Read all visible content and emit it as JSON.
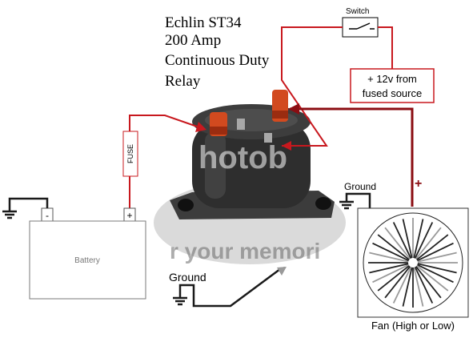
{
  "title": {
    "line1": "Echlin ST34",
    "line2": "200 Amp",
    "line3": "Continuous Duty",
    "line4": "Relay"
  },
  "switch_label": "Switch",
  "power_source": {
    "line1": "+ 12v from",
    "line2": "fused source"
  },
  "fuse_label": "FUSE",
  "battery": {
    "label": "Battery",
    "negative_terminal": "-",
    "positive_terminal": "+"
  },
  "ground_labels": {
    "fan": "Ground",
    "relay": "Ground"
  },
  "fan": {
    "label": "Fan (High or Low)",
    "positive_marker": "+"
  },
  "watermark": {
    "top": "hotob",
    "bottom": "r your memori"
  },
  "colors": {
    "power_wire": "#c8181e",
    "feed_wire": "#8b0d12",
    "ground_wire": "#1a1a1a",
    "relay_body": "#2e2e2e",
    "relay_terminal": "#d24a1f",
    "component_outline": "#7a7a7a"
  }
}
